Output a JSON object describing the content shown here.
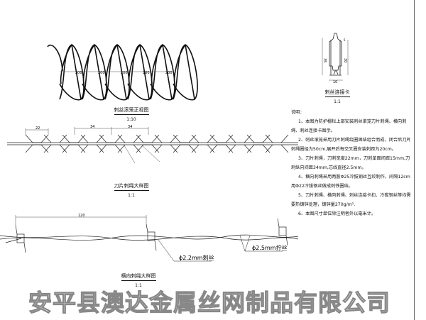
{
  "spiral_view": {
    "title": "刺丝滚笼正视图",
    "scale": "1:10",
    "dimension": "200"
  },
  "blade_view": {
    "title": "刀片刺绳大样图",
    "scale": "1:1",
    "dim_width": "22",
    "dim_spacing": "34"
  },
  "clip_view": {
    "title": "刺丝连接卡",
    "scale": "1:1",
    "dim_height": "35",
    "dim_inner": "30",
    "dim_width": "10",
    "dim_top": "5"
  },
  "barbed_view": {
    "title": "横向刺绳大样图",
    "scale": "1:1",
    "dim_spacing": "120",
    "label_barb": "ϕ2.2mm刺丝",
    "label_strand": "ϕ2.5mm拧丝"
  },
  "notes": {
    "heading": "说明：",
    "items": [
      "1、本图为防护栅栏上部安装刺丝滚笼刀片刺绳、横向刺绳、刺丝连接卡图示。",
      "2、刺丝滚笼采用刀片刺绳绕圈固结组合而成，闭合后刀片刺绳圈径为50cm,展开后每交叉圈安装刺距为20cm。",
      "3、刀片刺绳，刀刺宽度22mm，刀刺单面间距15mm,刀刺纵向间距34mm,芯线直径2.5mm。",
      "4、横向刺绳采用两股Φ25冷拔钢丝互绞制作，间隔12cm用Φ22冷拔钢丝做成刺铁圈结。",
      "5、刀片刺绳、横向刺绳、刺丝连接卡扣、冷拔钢丝等均需要热镀锌处理，镀锌量270g/m².",
      "6、本图尺寸单位除注明者外以毫米计。"
    ]
  },
  "watermark": "安平县澳达金属丝网制品有限公司"
}
